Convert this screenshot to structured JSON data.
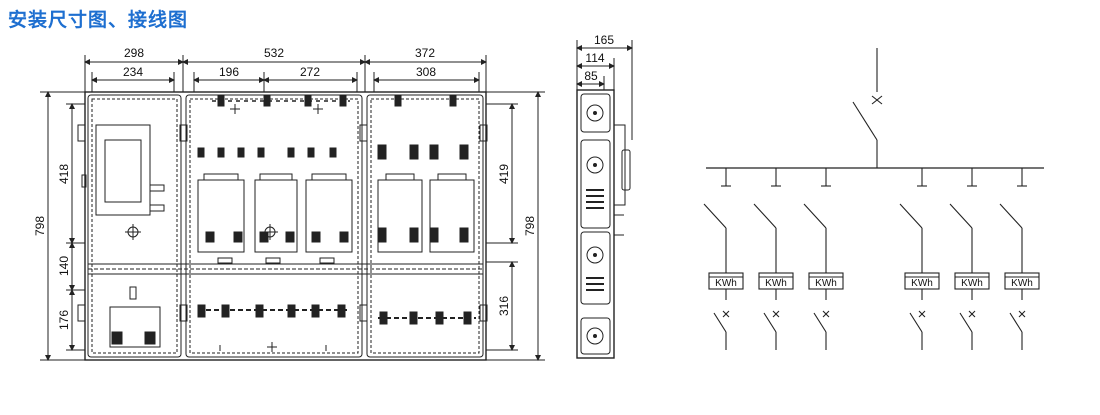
{
  "title": "安装尺寸图、接线图",
  "colors": {
    "title": "#1e6fd0",
    "line": "#222222"
  },
  "front_view": {
    "top_dims": [
      "298",
      "532",
      "372"
    ],
    "sub_dims": [
      "234",
      "196",
      "272",
      "308"
    ],
    "left_dims": [
      "798",
      "418",
      "140",
      "176"
    ],
    "right_dims": [
      "419",
      "798",
      "316"
    ]
  },
  "side_view": {
    "dims": [
      "165",
      "114",
      "85"
    ]
  },
  "wiring": {
    "meter_label": "KWh",
    "branch_count": 6
  }
}
